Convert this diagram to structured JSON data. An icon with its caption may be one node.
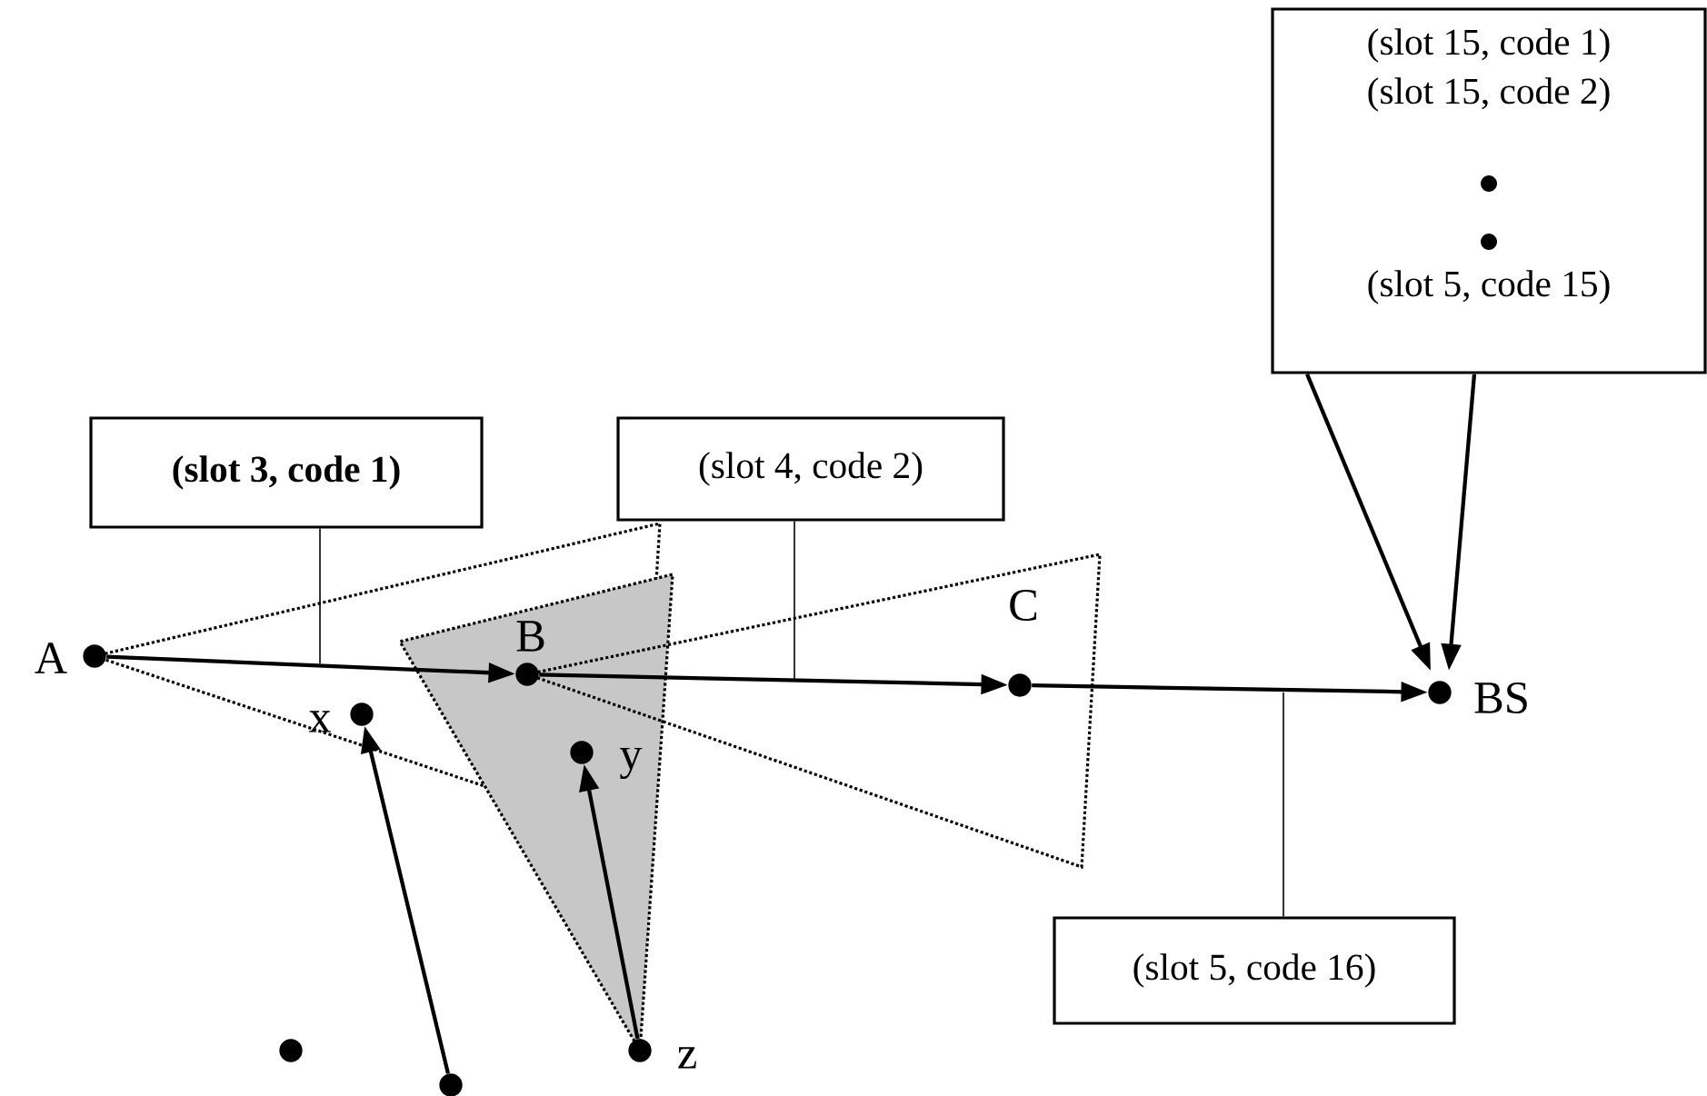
{
  "diagram": {
    "nodes": [
      {
        "text": [
          "(slot 15, code 1)",
          "(slot 15, code 2)",
          "(slot 5, code 15)"
        ]
      },
      {
        "text": [
          "(slot 3, code 1)"
        ]
      },
      {
        "text": [
          "(slot 4, code 2)"
        ]
      },
      {
        "text": [
          "(slot 5, code 16)"
        ]
      },
      {
        "text": [],
        "shape": "circle",
        "beside": [
          "A"
        ]
      },
      {
        "text": [],
        "shape": "circle",
        "beside": [
          "B"
        ]
      },
      {
        "text": [],
        "shape": "circle",
        "beside": [
          "C"
        ]
      },
      {
        "text": [],
        "shape": "circle",
        "beside": [
          "BS"
        ]
      },
      {
        "text": [],
        "shape": "circle",
        "beside": [
          "x"
        ]
      },
      {
        "text": [],
        "shape": "circle",
        "beside": [
          "y"
        ]
      },
      {
        "text": [],
        "shape": "circle",
        "beside": [
          "z"
        ]
      },
      {
        "text": [],
        "shape": "circle"
      },
      {
        "text": [],
        "shape": "circle"
      }
    ],
    "edges": [
      {
        "from": 4,
        "to": 5,
        "arrow": "to"
      },
      {
        "from": 5,
        "to": 6,
        "arrow": "to"
      },
      {
        "from": 6,
        "to": 7,
        "arrow": "to"
      },
      {
        "from": 0,
        "to": 7,
        "arrow": "to"
      },
      {
        "from": 0,
        "to": 7,
        "arrow": "to"
      },
      {
        "from": 12,
        "to": 8,
        "arrow": "to"
      },
      {
        "from": 10,
        "to": 9,
        "arrow": "to"
      },
      {
        "from": 1,
        "to": null,
        "arrow": "none"
      },
      {
        "from": 2,
        "to": null,
        "arrow": "none"
      },
      {
        "from": 3,
        "to": null,
        "arrow": "none"
      }
    ]
  }
}
